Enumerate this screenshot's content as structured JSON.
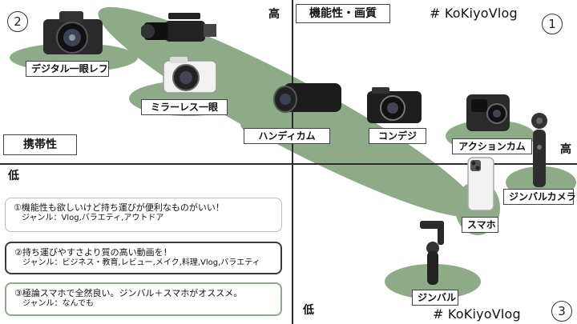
{
  "axes": {
    "functionality": "機能性・画質",
    "portability": "携帯性",
    "high_top": "高",
    "high_right": "高",
    "low_left": "低",
    "low_bottom": "低"
  },
  "tags": {
    "top": "# KoKiyoVlog",
    "bottom": "# KoKiyoVlog"
  },
  "quadrants": {
    "q1": "1",
    "q2": "2",
    "q3": "3"
  },
  "devices": {
    "dslr": "デジタル一眼レフ",
    "mirrorless": "ミラーレス一眼",
    "handycam": "ハンディカム",
    "compact": "コンデジ",
    "action": "アクションカム",
    "gimbal_camera": "ジンバルカメラ",
    "smartphone": "スマホ",
    "gimbal": "ジンバル"
  },
  "notes": [
    {
      "title": "①機能性も欲しいけど持ち運びが便利なものがいい！",
      "genre": "ジャンル：Vlog,バラエティ,アウトドア"
    },
    {
      "title": "②持ち運びやすさより質の高い動画を！",
      "genre": "ジャンル：ビジネス・教育,レビュー,メイク,料理,Vlog,バラエティ"
    },
    {
      "title": "③極論スマホで全然良い。ジンバル＋スマホがオススメ。",
      "genre": "ジャンル：なんでも"
    }
  ],
  "colors": {
    "accent_green": "#8dab86",
    "note_border_1": "#bcbcbc",
    "note_border_2": "#3a3a3a",
    "note_border_3": "#8dab86"
  }
}
